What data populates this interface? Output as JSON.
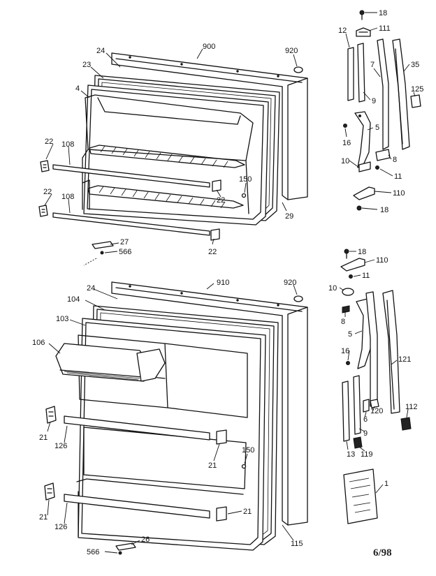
{
  "top_door_callouts": {
    "c900": "900",
    "c920": "920",
    "c24": "24",
    "c23": "23",
    "c4": "4",
    "c22a": "22",
    "c108a": "108",
    "c22b": "22",
    "c108b": "108",
    "c150": "150",
    "c22c": "22",
    "c29": "29",
    "c27": "27",
    "c566": "566",
    "c22d": "22"
  },
  "top_hardware_callouts": {
    "c18a": "18",
    "c12": "12",
    "c111": "111",
    "c7": "7",
    "c35": "35",
    "c125": "125",
    "c9": "9",
    "c5": "5",
    "c16": "16",
    "c8": "8",
    "c10": "10",
    "c11": "11",
    "c110": "110",
    "c18b": "18"
  },
  "bottom_door_callouts": {
    "c910": "910",
    "c920": "920",
    "c24": "24",
    "c104": "104",
    "c103": "103",
    "c106": "106",
    "c21a": "21",
    "c126a": "126",
    "c150": "150",
    "c21b": "21",
    "c21c": "21",
    "c126b": "126",
    "c21d": "21",
    "c115": "115",
    "c566": "566",
    "c26": "26"
  },
  "bottom_hardware_callouts": {
    "c18": "18",
    "c110": "110",
    "c11": "11",
    "c10": "10",
    "c8": "8",
    "c5": "5",
    "c16": "16",
    "c121": "121",
    "c120": "120",
    "c6": "6",
    "c9": "9",
    "c112": "112",
    "c13": "13",
    "c119": "119",
    "c1": "1"
  },
  "date_stamp": "6/98"
}
